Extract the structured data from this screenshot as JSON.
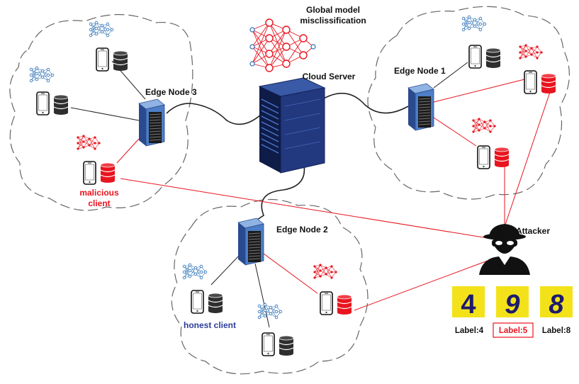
{
  "diagram": {
    "cloud_server_label": "Cloud Server",
    "global_model_label_line1": "Global model",
    "global_model_label_line2": "misclissification",
    "edge_nodes": [
      {
        "label": "Edge Node 1"
      },
      {
        "label": "Edge Node 2"
      },
      {
        "label": "Edge Node 3"
      }
    ],
    "malicious_client_line1": "malicious",
    "malicious_client_line2": "client",
    "honest_client_label": "honest client",
    "attacker_label": "Attacker",
    "samples": [
      {
        "digit": "4",
        "label": "Label:4",
        "highlighted": false
      },
      {
        "digit": "9",
        "label": "Label:5",
        "highlighted": true
      },
      {
        "digit": "8",
        "label": "Label:8",
        "highlighted": false
      }
    ],
    "colors": {
      "malicious": "#e8141e",
      "honest_nn": "#2a6fb5",
      "honest_text": "#2b3d9a",
      "server": "#2a4a8f",
      "line_black": "#222222",
      "line_red": "#e8141e",
      "cloud_border": "#666666",
      "digit_bg": "#f3e21a",
      "digit_fg": "#1d1a6e"
    }
  }
}
